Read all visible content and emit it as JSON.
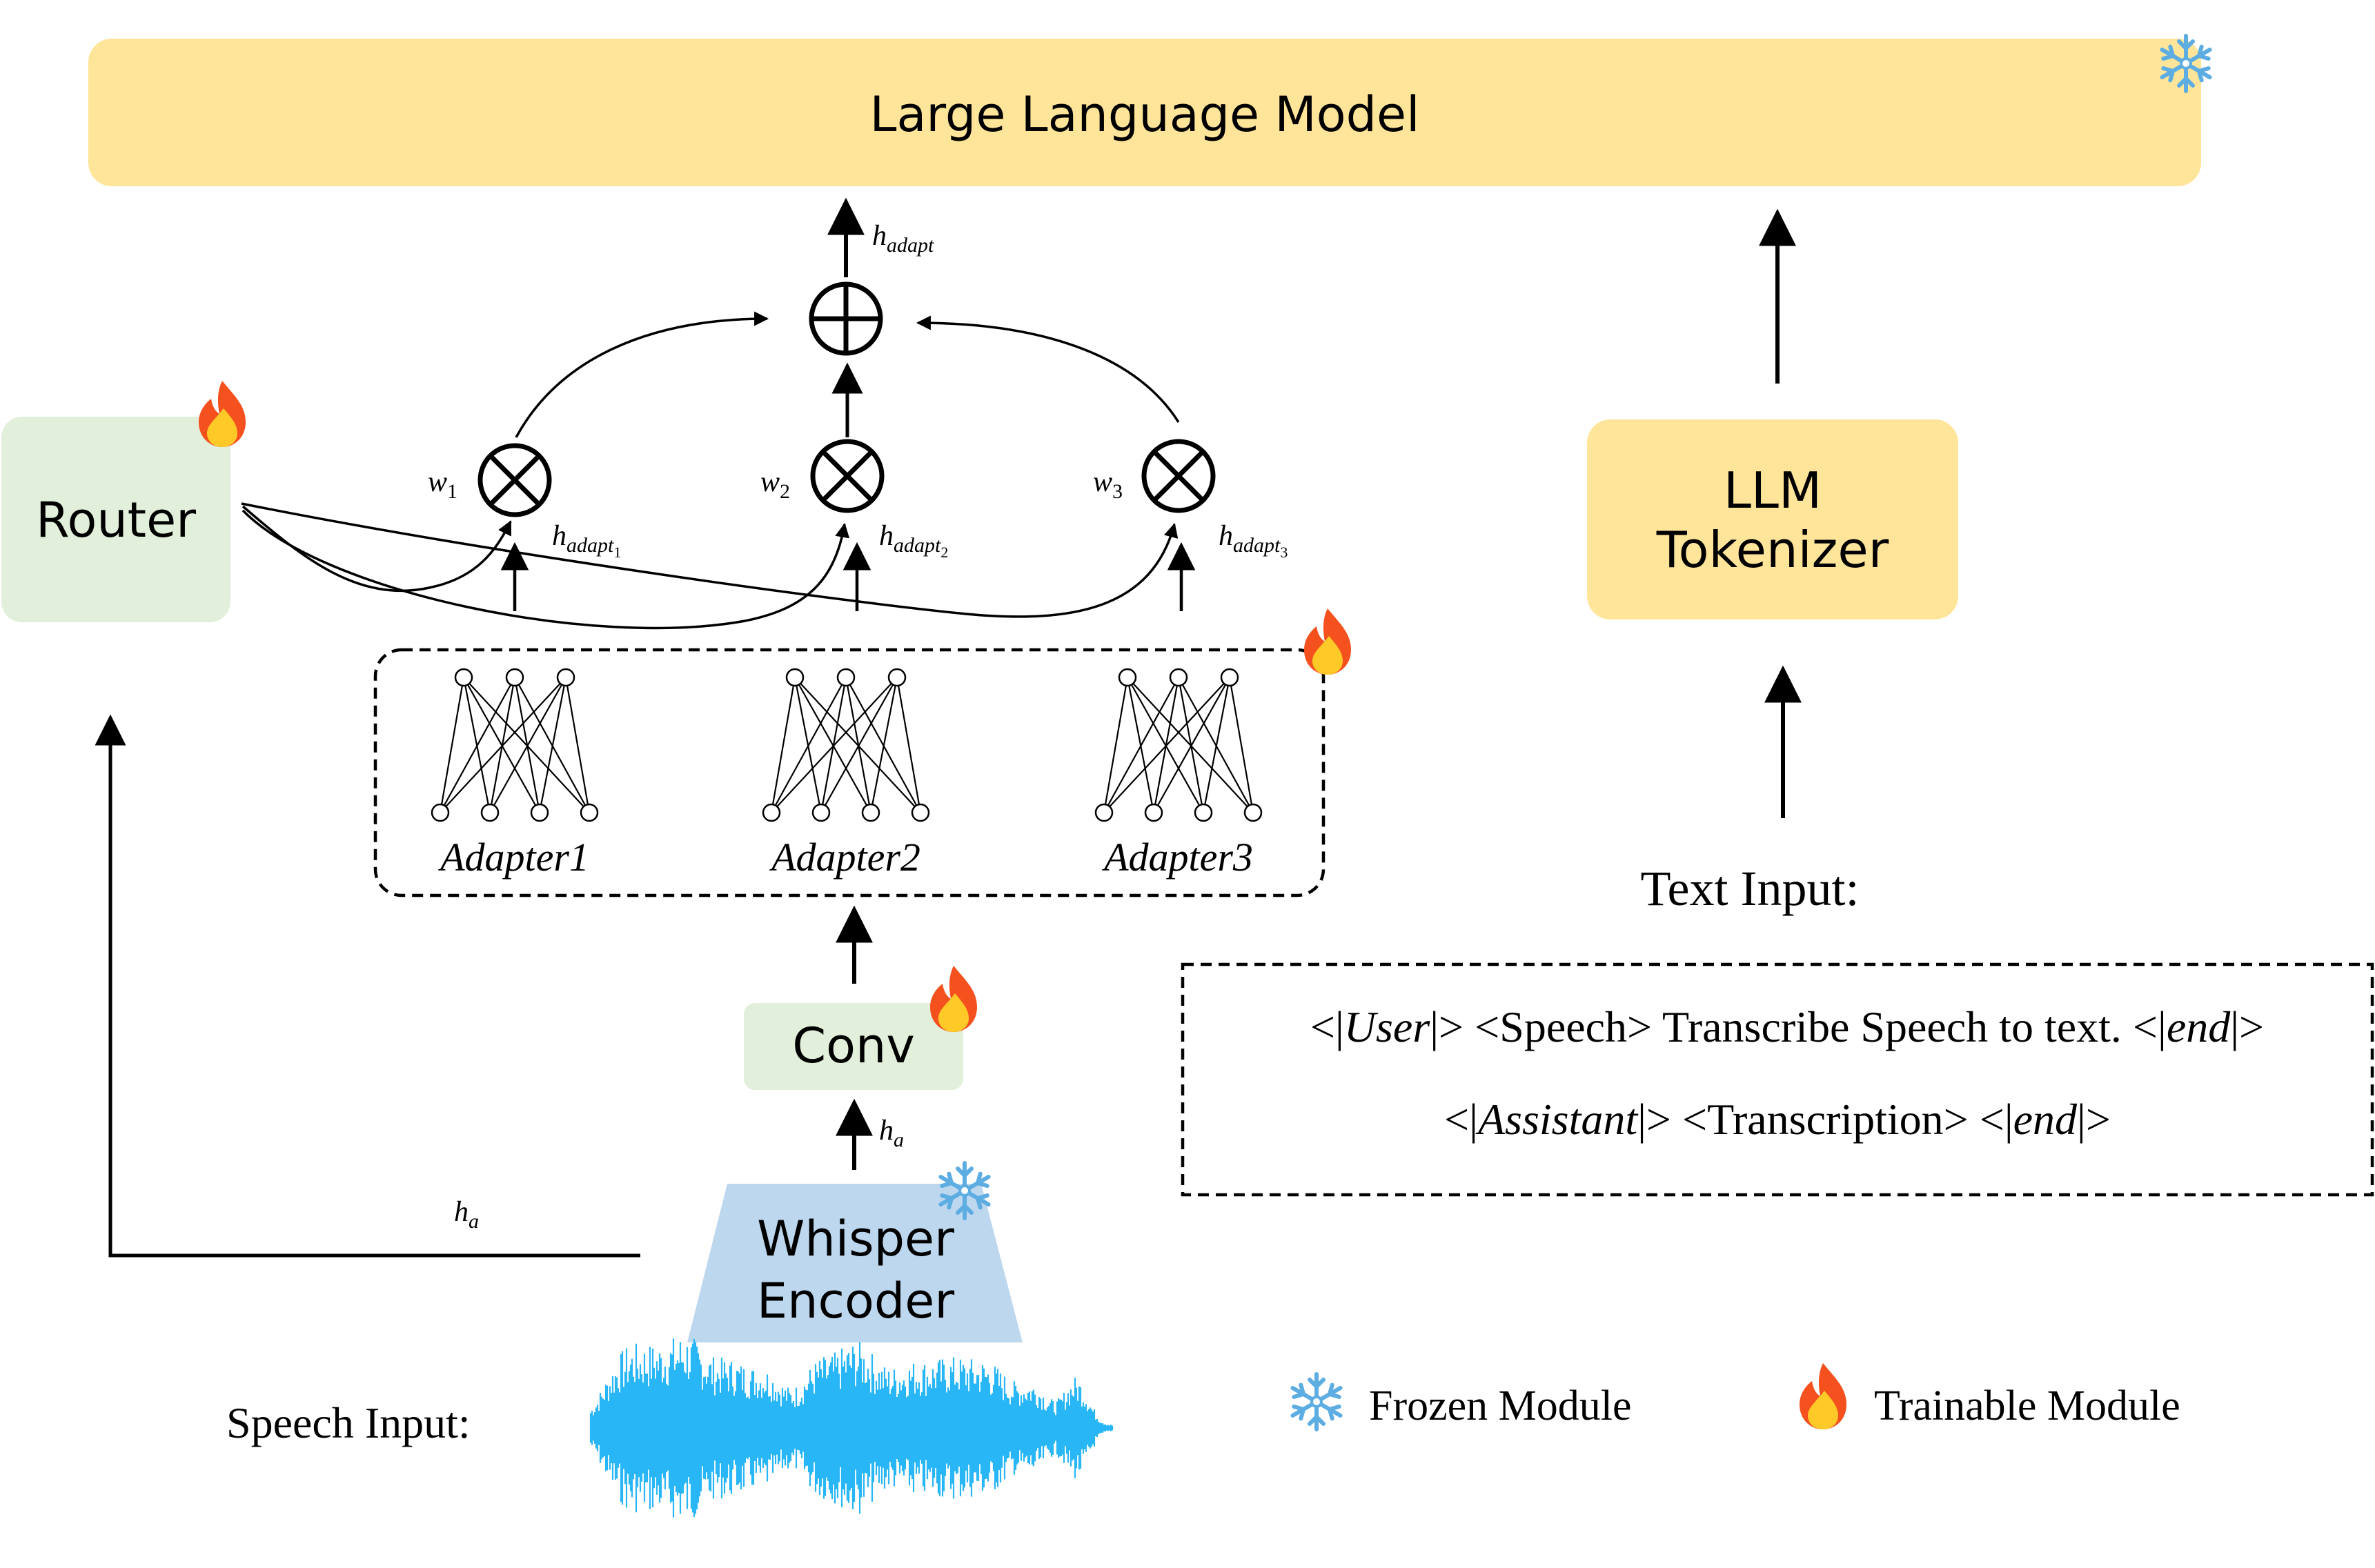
{
  "llm": {
    "title": "Large Language Model"
  },
  "router": {
    "label": "Router"
  },
  "adapters": {
    "labels": [
      "Adapter1",
      "Adapter2",
      "Adapter3"
    ],
    "weights": [
      {
        "var": "w",
        "sub": "1"
      },
      {
        "var": "w",
        "sub": "2"
      },
      {
        "var": "w",
        "sub": "3"
      }
    ],
    "outputs": [
      {
        "base": "h",
        "sub": "adapt",
        "subsub": "1"
      },
      {
        "base": "h",
        "sub": "adapt",
        "subsub": "2"
      },
      {
        "base": "h",
        "sub": "adapt",
        "subsub": "3"
      }
    ],
    "sum_output": {
      "base": "h",
      "sub": "adapt"
    }
  },
  "conv": {
    "label": "Conv"
  },
  "encoder": {
    "line1": "Whisper",
    "line2": "Encoder"
  },
  "encoder_output": {
    "base": "h",
    "sub": "a"
  },
  "tokenizer": {
    "line1": "LLM",
    "line2": "Tokenizer"
  },
  "text_input": {
    "heading": "Text Input:",
    "line1": {
      "p1": "<|",
      "user": "User",
      "p2": "|> <Speech> Transcribe Speech to text. <|",
      "end": "end",
      "p3": "|>"
    },
    "line2": {
      "p1": "<|",
      "assistant": "Assistant",
      "p2": "|> <Transcription> <|",
      "end": "end",
      "p3": "|>"
    }
  },
  "speech_input": {
    "label": "Speech Input:"
  },
  "legend": {
    "frozen": "Frozen Module",
    "trainable": "Trainable Module"
  },
  "colors": {
    "llm_fill": "#FFE59A",
    "router_fill": "#E2EFDA",
    "conv_fill": "#E2EFDA",
    "encoder_fill": "#BDD7EE",
    "tokenizer_fill": "#FFE59A",
    "waveform": "#29B6F6",
    "snowflake": "#5DADE2",
    "flame_outer": "#F4511E",
    "flame_inner": "#FFCA28"
  },
  "icons": {
    "frozen": "snowflake-icon",
    "trainable": "flame-icon",
    "sum": "circled-plus-icon",
    "multiply": "circled-times-icon"
  }
}
